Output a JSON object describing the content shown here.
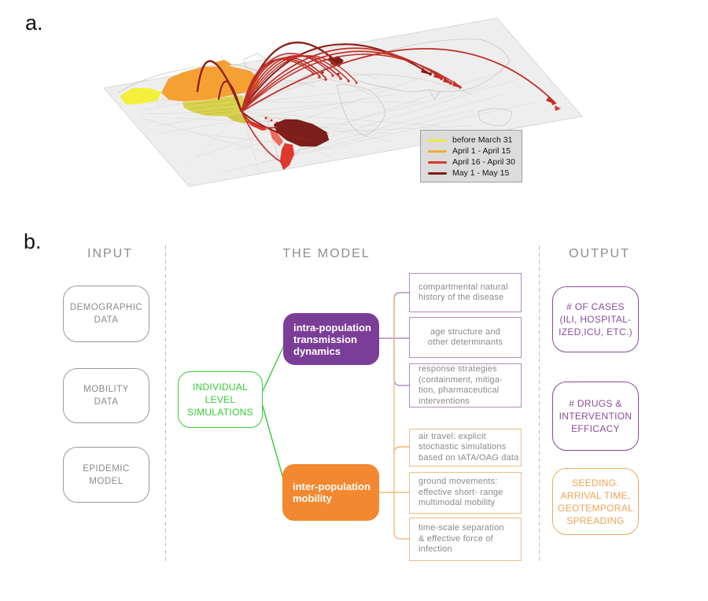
{
  "panels": {
    "a_label": "a.",
    "b_label": "b."
  },
  "map": {
    "legend": {
      "items": [
        {
          "label": "before March 31",
          "color": "#f0e93e"
        },
        {
          "label": "April 1 - April 15",
          "color": "#f2ae35"
        },
        {
          "label": "April 16 - April 30",
          "color": "#d63a2d"
        },
        {
          "label": "May 1 - May 15",
          "color": "#7e1f18"
        }
      ]
    }
  },
  "flowchart": {
    "headers": {
      "input": "INPUT",
      "model": "THE MODEL",
      "output": "OUTPUT"
    },
    "input_boxes": [
      {
        "label": "DEMOGRAPHIC\nDATA"
      },
      {
        "label": "MOBILITY\nDATA"
      },
      {
        "label": "EPIDEMIC\nMODEL"
      }
    ],
    "core_box": {
      "label": "INDIVIDUAL\nLEVEL\nSIMULATIONS"
    },
    "intra": {
      "label": "intra-population\ntransmission\ndynamics",
      "details": [
        {
          "label": "compartmental natural\nhistory of the disease"
        },
        {
          "label": "age structure and\nother determinants"
        },
        {
          "label": "response strategies\n(containment, mitiga-\ntion, pharmaceutical\ninterventions"
        }
      ]
    },
    "inter": {
      "label": "inter-population\nmobility",
      "details": [
        {
          "label": "air travel: explicit\nstochastic simulations\nbased on IATA/OAG data"
        },
        {
          "label": "ground movements:\neffective short- range\nmultimodal mobility"
        },
        {
          "label": "time-scale separation\n& effective force of\ninfection"
        }
      ]
    },
    "output_boxes": [
      {
        "label": "# OF CASES\n(ILI, HOSPITAL-\nIZED,ICU, ETC.)"
      },
      {
        "label": "# DRUGS &\nINTERVENTION\nEFFICACY"
      },
      {
        "label": "SEEDING.\nARRIVAL TIME,\nGEOTEMPORAL\nSPREADING"
      }
    ]
  },
  "colors": {
    "green": "#35cb35",
    "purple_fill": "#7b3e98",
    "purple_border": "#b38ac0",
    "purple_output": "#8b4a9b",
    "orange_fill": "#f2882f",
    "orange_border": "#edbd82",
    "orange_output_border": "#eda95f",
    "orange_output_text": "#f0a355",
    "arc_red": "#bf2f26",
    "arc_dark_red": "#8e1f18"
  }
}
